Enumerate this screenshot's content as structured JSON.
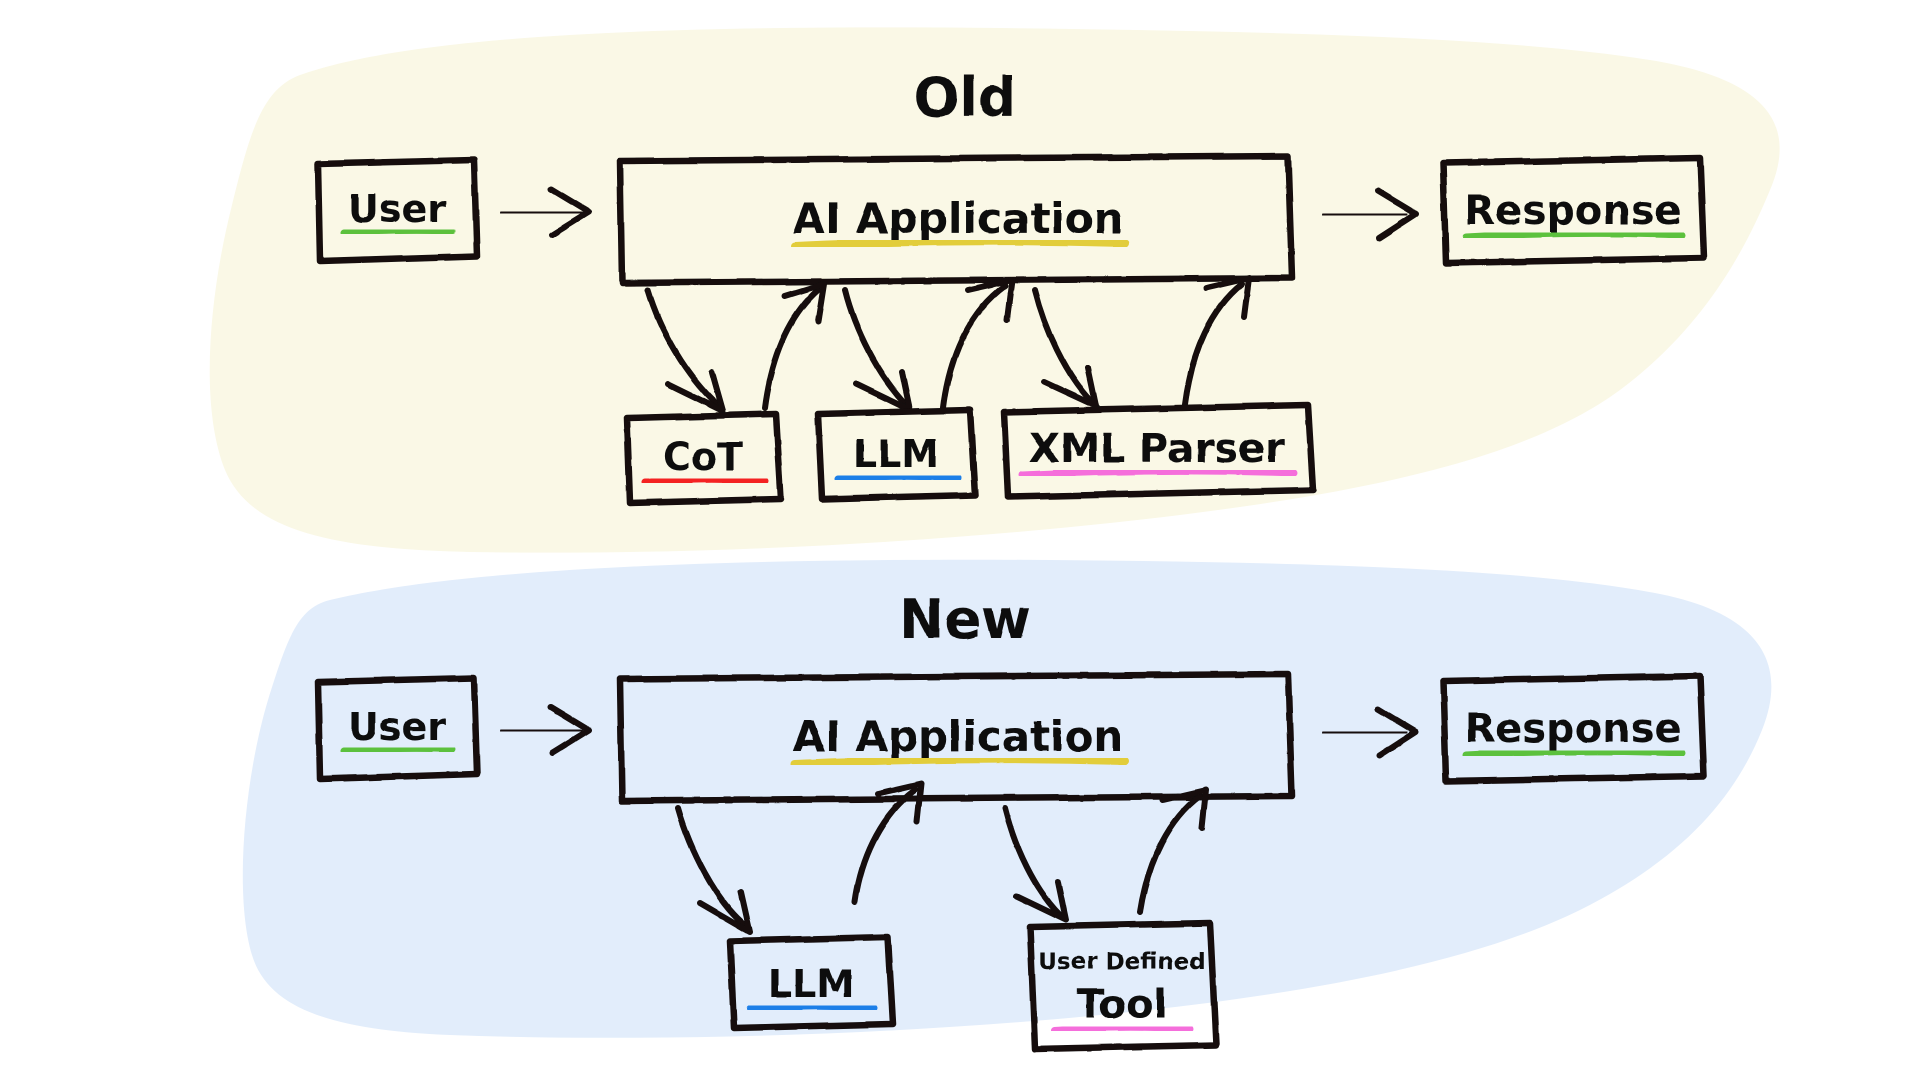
{
  "diagram": {
    "title_old": "Old",
    "title_new": "New",
    "palette": {
      "blob_old": "#faf8e6",
      "blob_new": "#e2edfb",
      "ink": "#12100e",
      "underline_green": "#5cc13e",
      "underline_yellow": "#e2cd3a",
      "underline_red": "#f42424",
      "underline_blue": "#1f7fe8",
      "underline_pink": "#f munknown"
    }
  },
  "sections": [
    {
      "id": "old",
      "heading": "Old",
      "background": "#faf8e6",
      "nodes": [
        {
          "id": "user-old",
          "label": "User",
          "underline": "#5cc13e"
        },
        {
          "id": "app-old",
          "label": "AI Application",
          "underline": "#e2cd3a"
        },
        {
          "id": "response-old",
          "label": "Response",
          "underline": "#5cc13e"
        },
        {
          "id": "cot",
          "label": "CoT",
          "underline": "#f42424"
        },
        {
          "id": "llm-old",
          "label": "LLM",
          "underline": "#1f7fe8"
        },
        {
          "id": "xml-parser",
          "label": "XML Parser",
          "underline": "#f munknown"
        }
      ]
    },
    {
      "id": "new",
      "heading": "New",
      "background": "#e2edfb",
      "nodes": [
        {
          "id": "user-new",
          "label": "User",
          "underline": "#5cc13e"
        },
        {
          "id": "app-new",
          "label": "AI Application",
          "underline": "#e2cd3a"
        },
        {
          "id": "response-new",
          "label": "Response",
          "underline": "#5cc13e"
        },
        {
          "id": "llm-new",
          "label": "LLM",
          "underline": "#1f7fe8"
        },
        {
          "id": "tool",
          "label_top": "User Defined",
          "label": "Tool",
          "underline": "#f munknown"
        }
      ]
    }
  ],
  "labels": {
    "user": "User",
    "ai_application": "AI Application",
    "response": "Response",
    "cot": "CoT",
    "llm": "LLM",
    "xml_parser": "XML Parser",
    "user_defined": "User Defined",
    "tool": "Tool"
  }
}
